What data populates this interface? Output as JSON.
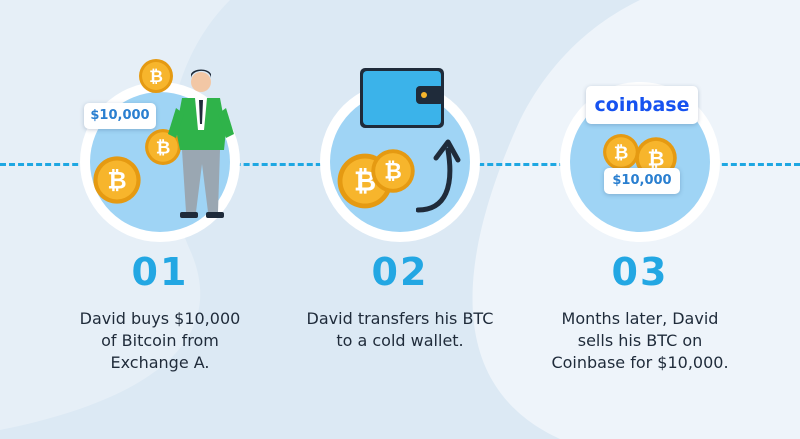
{
  "colors": {
    "background": "#dce9f4",
    "accent": "#23a7e3",
    "coin": "#f7b52c",
    "coinbase_blue": "#1652f0"
  },
  "steps": [
    {
      "number": "01",
      "text": "David buys $10,000\nof Bitcoin from\nExchange A.",
      "price_tag": "$10,000",
      "icons": [
        "person-icon",
        "bitcoin-coin-icon"
      ]
    },
    {
      "number": "02",
      "text": "David transfers his BTC\nto a cold wallet.",
      "icons": [
        "wallet-icon",
        "bitcoin-coin-icon",
        "curved-arrow-icon"
      ]
    },
    {
      "number": "03",
      "text": "Months later, David\nsells his BTC on\nCoinbase for $10,000.",
      "logo_text": "coinbase",
      "price_tag": "$10,000",
      "icons": [
        "bitcoin-coin-icon"
      ]
    }
  ]
}
